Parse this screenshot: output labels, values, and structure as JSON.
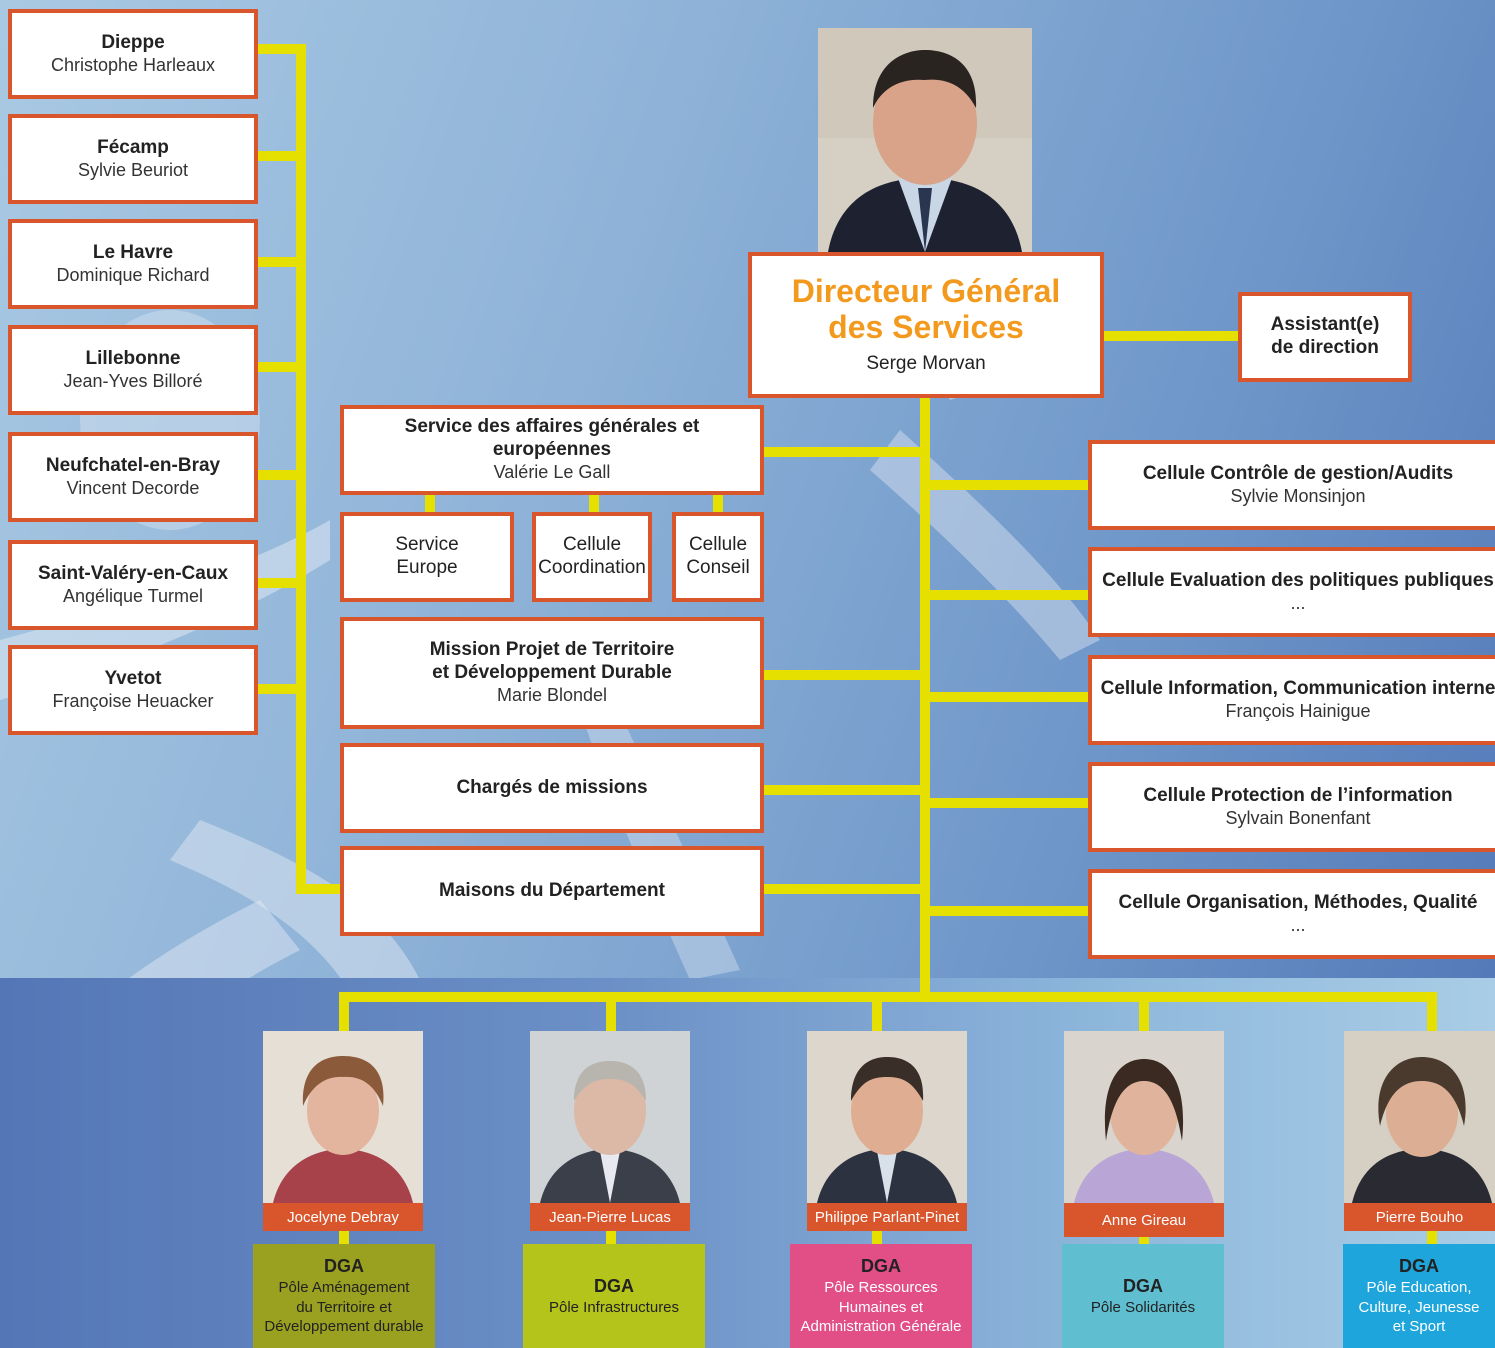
{
  "territories": [
    {
      "place": "Dieppe",
      "person": "Christophe Harleaux"
    },
    {
      "place": "Fécamp",
      "person": "Sylvie Beuriot"
    },
    {
      "place": "Le Havre",
      "person": "Dominique Richard"
    },
    {
      "place": "Lillebonne",
      "person": "Jean-Yves Billoré"
    },
    {
      "place": "Neufchatel-en-Bray",
      "person": "Vincent Decorde"
    },
    {
      "place": "Saint-Valéry-en-Caux",
      "person": "Angélique Turmel"
    },
    {
      "place": "Yvetot",
      "person": "Françoise Heuacker"
    }
  ],
  "director": {
    "title_1": "Directeur Général",
    "title_2": "des Services",
    "name": "Serge Morvan"
  },
  "assistant": {
    "line_1": "Assistant(e)",
    "line_2": "de direction"
  },
  "affaires": {
    "title": "Service des affaires générales et européennes",
    "person": "Valérie Le Gall"
  },
  "sub_units": [
    {
      "line_1": "Service",
      "line_2": "Europe"
    },
    {
      "line_1": "Cellule",
      "line_2": "Coordination"
    },
    {
      "line_1": "Cellule",
      "line_2": "Conseil"
    }
  ],
  "mission": {
    "line_1": "Mission Projet de Territoire",
    "line_2": "et Développement Durable",
    "person": "Marie Blondel"
  },
  "charges": {
    "title": "Chargés de missions"
  },
  "maisons": {
    "title": "Maisons du Département"
  },
  "cellules": [
    {
      "title": "Cellule Contrôle de gestion/Audits",
      "person": "Sylvie Monsinjon"
    },
    {
      "title": "Cellule Evaluation des politiques publiques",
      "person": "..."
    },
    {
      "title": "Cellule Information, Communication interne",
      "person": "François Hainigue"
    },
    {
      "title": "Cellule Protection de l’information",
      "person": "Sylvain Bonenfant"
    },
    {
      "title": "Cellule Organisation, Méthodes, Qualité",
      "person": "..."
    }
  ],
  "dgas": [
    {
      "person": "Jocelyne Debray",
      "label": "DGA",
      "lines": [
        "Pôle Aménagement",
        "du Territoire et",
        "Développement durable"
      ],
      "color": "#9aa020"
    },
    {
      "person": "Jean-Pierre Lucas",
      "label": "DGA",
      "lines": [
        "Pôle Infrastructures"
      ],
      "color": "#b4c41a"
    },
    {
      "person": "Philippe Parlant-Pinet",
      "label": "DGA",
      "lines": [
        "Pôle Ressources",
        "Humaines et",
        "Administration Générale"
      ],
      "color": "#e24e86"
    },
    {
      "person": "Anne Gireau",
      "label": "DGA",
      "lines": [
        "Pôle Solidarités"
      ],
      "color": "#5fbfd0"
    },
    {
      "person": "Pierre Bouho",
      "label": "DGA",
      "lines": [
        "Pôle Education,",
        "Culture, Jeunesse",
        "et Sport"
      ],
      "color": "#1ea6dc"
    }
  ],
  "colors": {
    "accent": "#d9552c",
    "connector": "#e6e000",
    "director_title": "#f39a1e"
  }
}
